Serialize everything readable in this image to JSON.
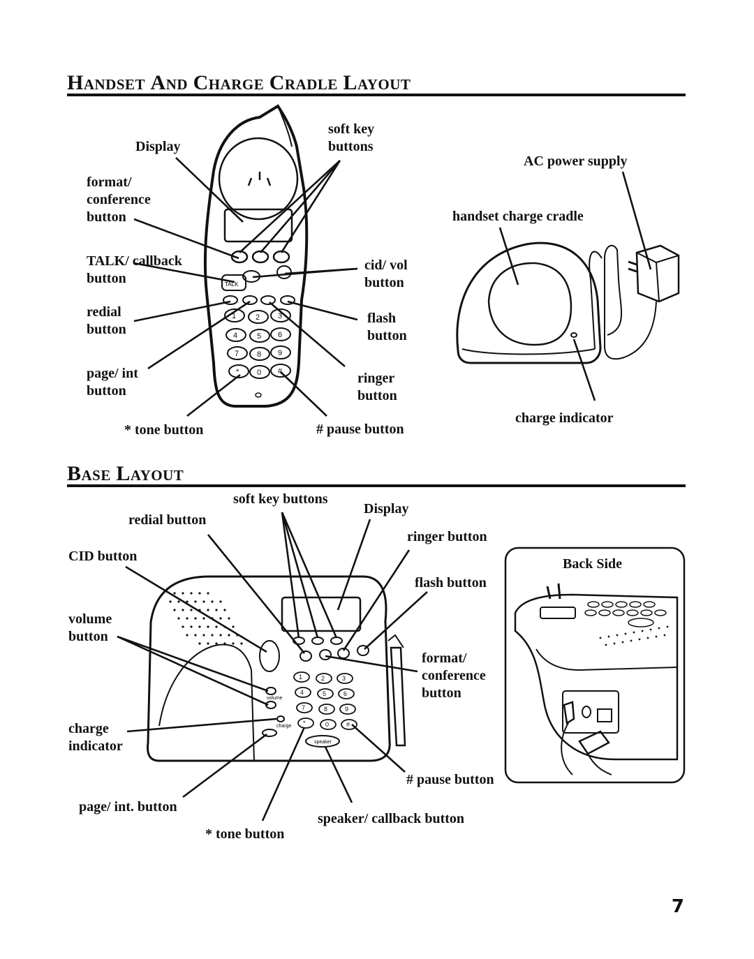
{
  "headings": {
    "handset": "Handset and Charge Cradle Layout",
    "base": "Base Layout"
  },
  "handset_labels": {
    "display": "Display",
    "format_conference": "format/\nconference\nbutton",
    "talk_callback": "TALK/ callback\nbutton",
    "redial": "redial\nbutton",
    "page_int": "page/ int\nbutton",
    "tone": "* tone button",
    "soft_key": "soft key\nbuttons",
    "cid_vol": "cid/ vol\nbutton",
    "flash": "flash\nbutton",
    "ringer": "ringer\nbutton",
    "pause": "# pause button",
    "ac_power": "AC power supply",
    "cradle": "handset charge cradle",
    "charge_indicator": "charge indicator"
  },
  "base_labels": {
    "soft_key": "soft key buttons",
    "display": "Display",
    "redial": "redial button",
    "ringer": "ringer button",
    "cid": "CID button",
    "back_side": "Back Side",
    "flash": "flash button",
    "volume": "volume\nbutton",
    "format_conference": "format/\nconference\nbutton",
    "charge_indicator": "charge\nindicator",
    "pause": "# pause button",
    "page_int": "page/ int. button",
    "speaker_callback": "speaker/ callback button",
    "tone": "* tone button"
  },
  "device_text": {
    "keypad": [
      "1",
      "2",
      "3",
      "4",
      "5",
      "6",
      "7",
      "8",
      "9",
      "*",
      "0",
      "#"
    ],
    "talk": "TALK",
    "speaker": "speaker",
    "volume": "volume",
    "charge": "charge"
  },
  "page_number": "7"
}
